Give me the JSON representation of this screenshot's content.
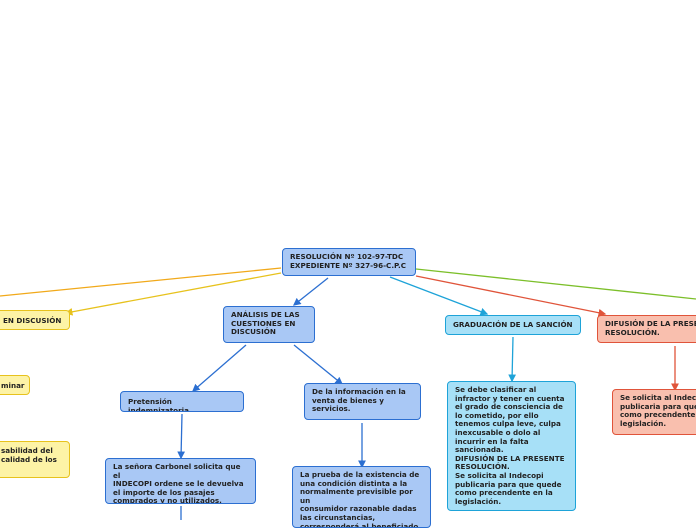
{
  "colors": {
    "blue": "#2c6fd1",
    "cyan": "#1ea3d8",
    "yellow": "#e7c21d",
    "orange_red": "#e0543a"
  },
  "nodes": {
    "root": "RESOLUCIÓN Nº 102-97-TDC\nEXPEDIENTE Nº 327-96-C.P.C",
    "discusion": "EN DISCUSIÓN",
    "analisis": "ANÁLISIS DE LAS\nCUESTIONES EN\nDISCUSIÓN",
    "graduacion": "GRADUACIÓN DE LA SANCIÓN",
    "difusion": "DIFUSIÓN DE LA PRESE\nRESOLUCIÓN.",
    "minar": "minar",
    "sabilidad": "sabilidad del\ncalidad de los",
    "pretension": "Pretensión indemnizatoria.",
    "informacion": "De la información en la\nventa de bienes y\nservicios.",
    "carbonel": "La señora Carbonel solicita que el\nINDECOPI ordene se le devuelva\nel importe de los pasajes\ncomprados y no utilizados.",
    "prueba": "La prueba de la existencia de\nuna condición distinta a la\nnormalmente previsible por un\nconsumidor razonable dadas\nlas circunstancias,\ncorresponderá al beneficiado",
    "clasificar": "Se debe clasificar al\ninfractor y tener en cuenta\nel grado de consciencia de\nlo cometido, por ello\ntenemos culpa leve, culpa\ninexcusable o dolo al\nincurrir en la falta\nsancionada.\nDIFUSIÓN DE LA PRESENTE\nRESOLUCIÓN.\nSe solicita al Indecopi\npublicaria para que quede\ncomo precendente en la\nlegislación.",
    "indecopi": "Se solicita al Indeco\npublicaria para que\ncomo precendente e\nlegislación."
  }
}
